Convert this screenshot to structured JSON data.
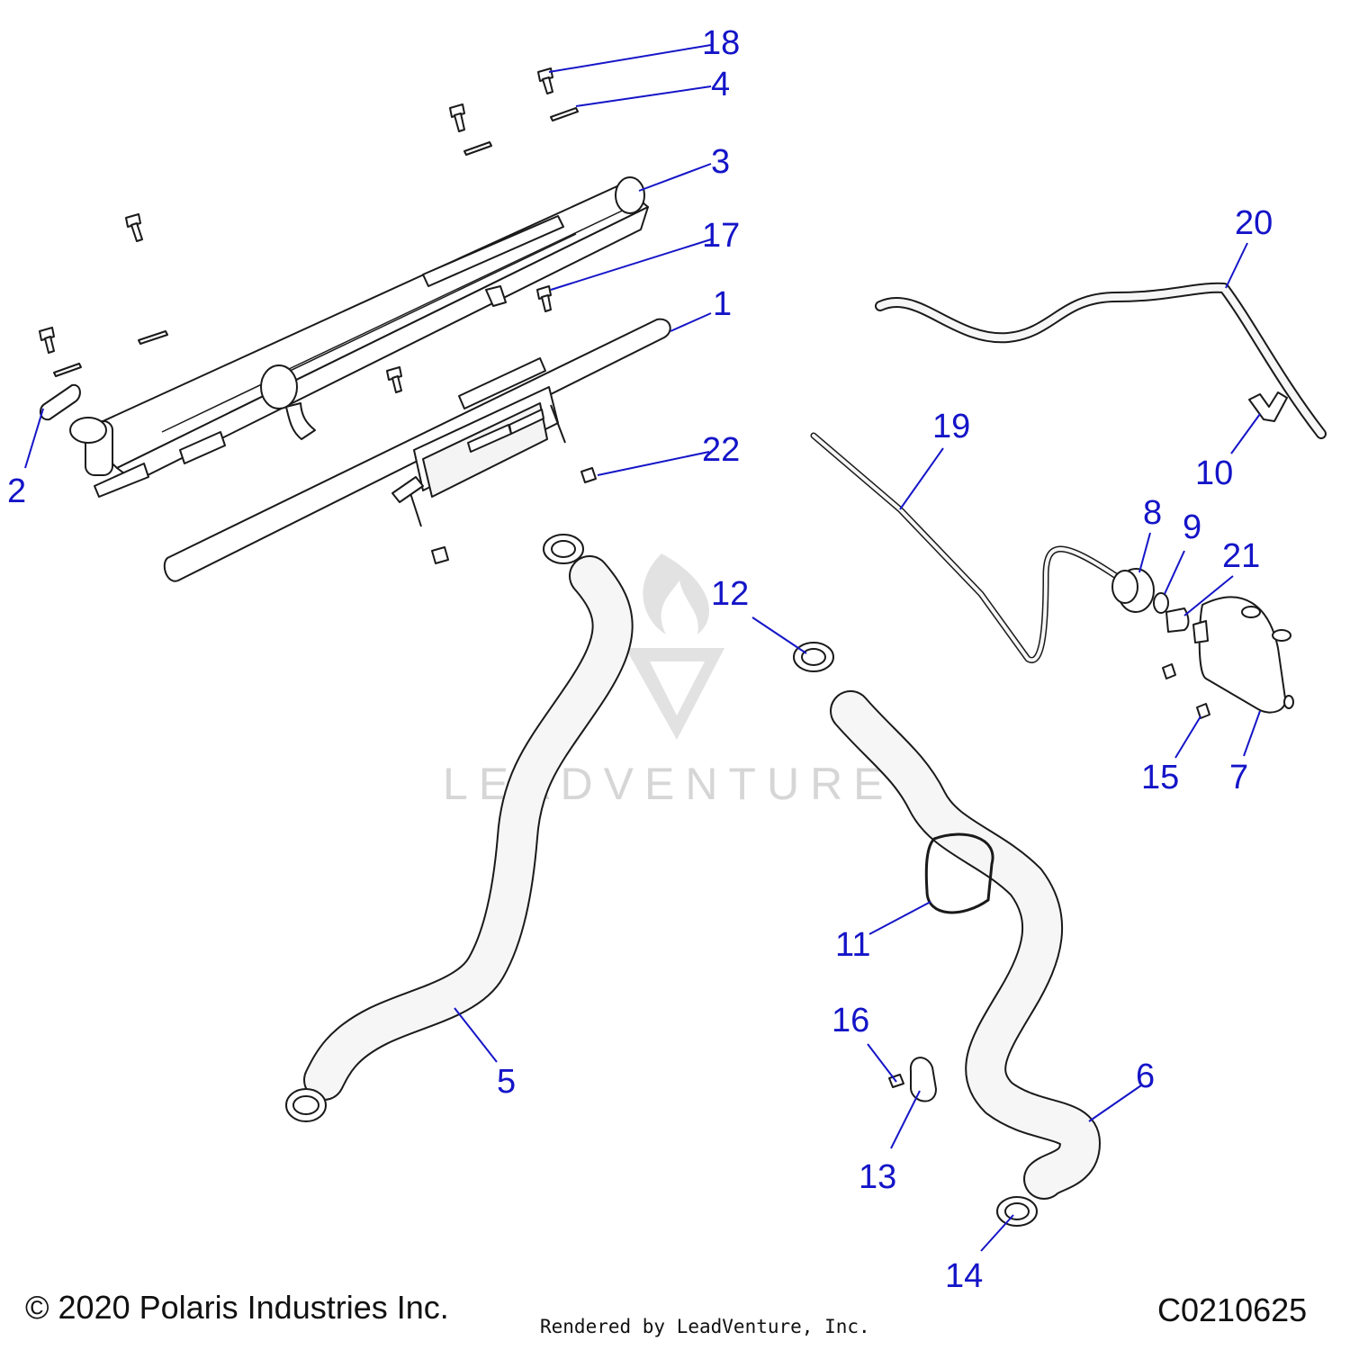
{
  "watermark": {
    "brand": "LEADVENTURE"
  },
  "callouts": [
    {
      "id": "1",
      "label": "1"
    },
    {
      "id": "2",
      "label": "2"
    },
    {
      "id": "3",
      "label": "3"
    },
    {
      "id": "4",
      "label": "4"
    },
    {
      "id": "5",
      "label": "5"
    },
    {
      "id": "6",
      "label": "6"
    },
    {
      "id": "7",
      "label": "7"
    },
    {
      "id": "8",
      "label": "8"
    },
    {
      "id": "9",
      "label": "9"
    },
    {
      "id": "10",
      "label": "10"
    },
    {
      "id": "11",
      "label": "11"
    },
    {
      "id": "12",
      "label": "12"
    },
    {
      "id": "13",
      "label": "13"
    },
    {
      "id": "14",
      "label": "14"
    },
    {
      "id": "15",
      "label": "15"
    },
    {
      "id": "16",
      "label": "16"
    },
    {
      "id": "17",
      "label": "17"
    },
    {
      "id": "18",
      "label": "18"
    },
    {
      "id": "19",
      "label": "19"
    },
    {
      "id": "20",
      "label": "20"
    },
    {
      "id": "21",
      "label": "21"
    },
    {
      "id": "22",
      "label": "22"
    }
  ],
  "footer": {
    "copyright": "© 2020 Polaris Industries Inc.",
    "rendered_by": "Rendered by LeadVenture, Inc.",
    "drawing_code": "C0210625"
  },
  "colors": {
    "callout": "#1414c8",
    "line": "#1a1a1a",
    "watermark": "#d6d6d6"
  }
}
